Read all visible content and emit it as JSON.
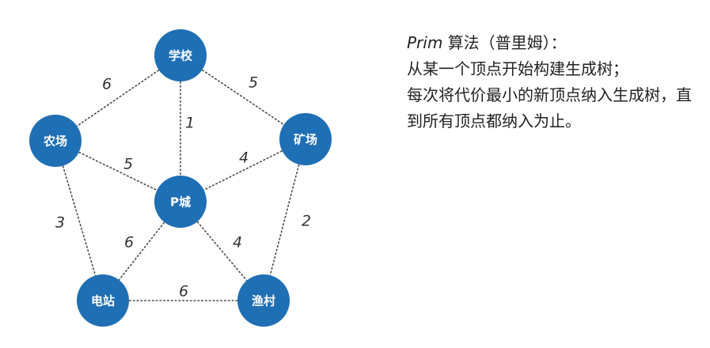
{
  "colors": {
    "node_fill": "#1f6fb5",
    "edge": "#4a4a4a",
    "text": "#222222"
  },
  "graph": {
    "nodes": [
      {
        "id": "school",
        "label": "学校"
      },
      {
        "id": "farm",
        "label": "农场"
      },
      {
        "id": "mine",
        "label": "矿场"
      },
      {
        "id": "city",
        "label": "P城"
      },
      {
        "id": "station",
        "label": "电站"
      },
      {
        "id": "fish",
        "label": "渔村"
      }
    ],
    "edges": [
      {
        "from": "school",
        "to": "farm",
        "weight": "6"
      },
      {
        "from": "school",
        "to": "mine",
        "weight": "5"
      },
      {
        "from": "school",
        "to": "city",
        "weight": "1"
      },
      {
        "from": "farm",
        "to": "city",
        "weight": "5"
      },
      {
        "from": "mine",
        "to": "city",
        "weight": "4"
      },
      {
        "from": "farm",
        "to": "station",
        "weight": "3"
      },
      {
        "from": "mine",
        "to": "fish",
        "weight": "2"
      },
      {
        "from": "city",
        "to": "station",
        "weight": "6"
      },
      {
        "from": "city",
        "to": "fish",
        "weight": "4"
      },
      {
        "from": "station",
        "to": "fish",
        "weight": "6"
      }
    ]
  },
  "description": {
    "title_italic": "Prim",
    "title_rest": " 算法（普里姆）：",
    "line1": "从某一个顶点开始构建生成树；",
    "line2": "每次将代价最小的新顶点纳入生成树，直到所有顶点都纳入为止。"
  }
}
